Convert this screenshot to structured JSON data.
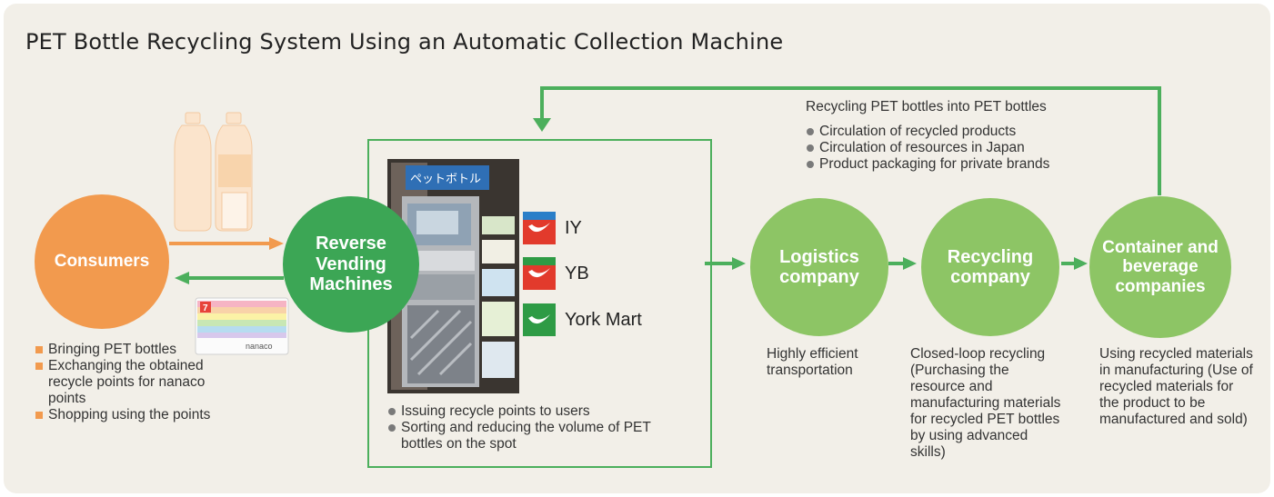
{
  "title": "PET Bottle Recycling System Using an Automatic Collection Machine",
  "nodes": {
    "consumers": "Consumers",
    "rvm": "Reverse Vending Machines",
    "logistics": "Logistics company",
    "recycling": "Recycling company",
    "container": "Container and beverage companies"
  },
  "consumer_points": [
    "Bringing PET bottles",
    "Exchanging the obtained recycle points for nanaco points",
    "Shopping using the points"
  ],
  "machine_points": [
    "Issuing recycle points to users",
    "Sorting and reducing the volume of PET bottles on the spot"
  ],
  "stores": [
    "IY",
    "YB",
    "York Mart"
  ],
  "machine_sign": "ペットボトル",
  "card_label": "nanaco",
  "loop_header": "Recycling PET bottles into PET bottles",
  "loop_points": [
    "Circulation of recycled products",
    "Circulation of resources in Japan",
    "Product packaging for private brands"
  ],
  "logistics_desc": "Highly efficient transportation",
  "recycling_desc": "Closed-loop recycling (Purchasing the resource and manufacturing materials for recycled PET bottles by using advanced skills)",
  "container_desc": "Using recycled materials in manufacturing (Use of recycled materials for the product to be manufactured and sold)",
  "colors": {
    "orange": "#f29a4e",
    "dark_green": "#3ca655",
    "light_green": "#8dc565",
    "arrow_green": "#4caf5c"
  }
}
